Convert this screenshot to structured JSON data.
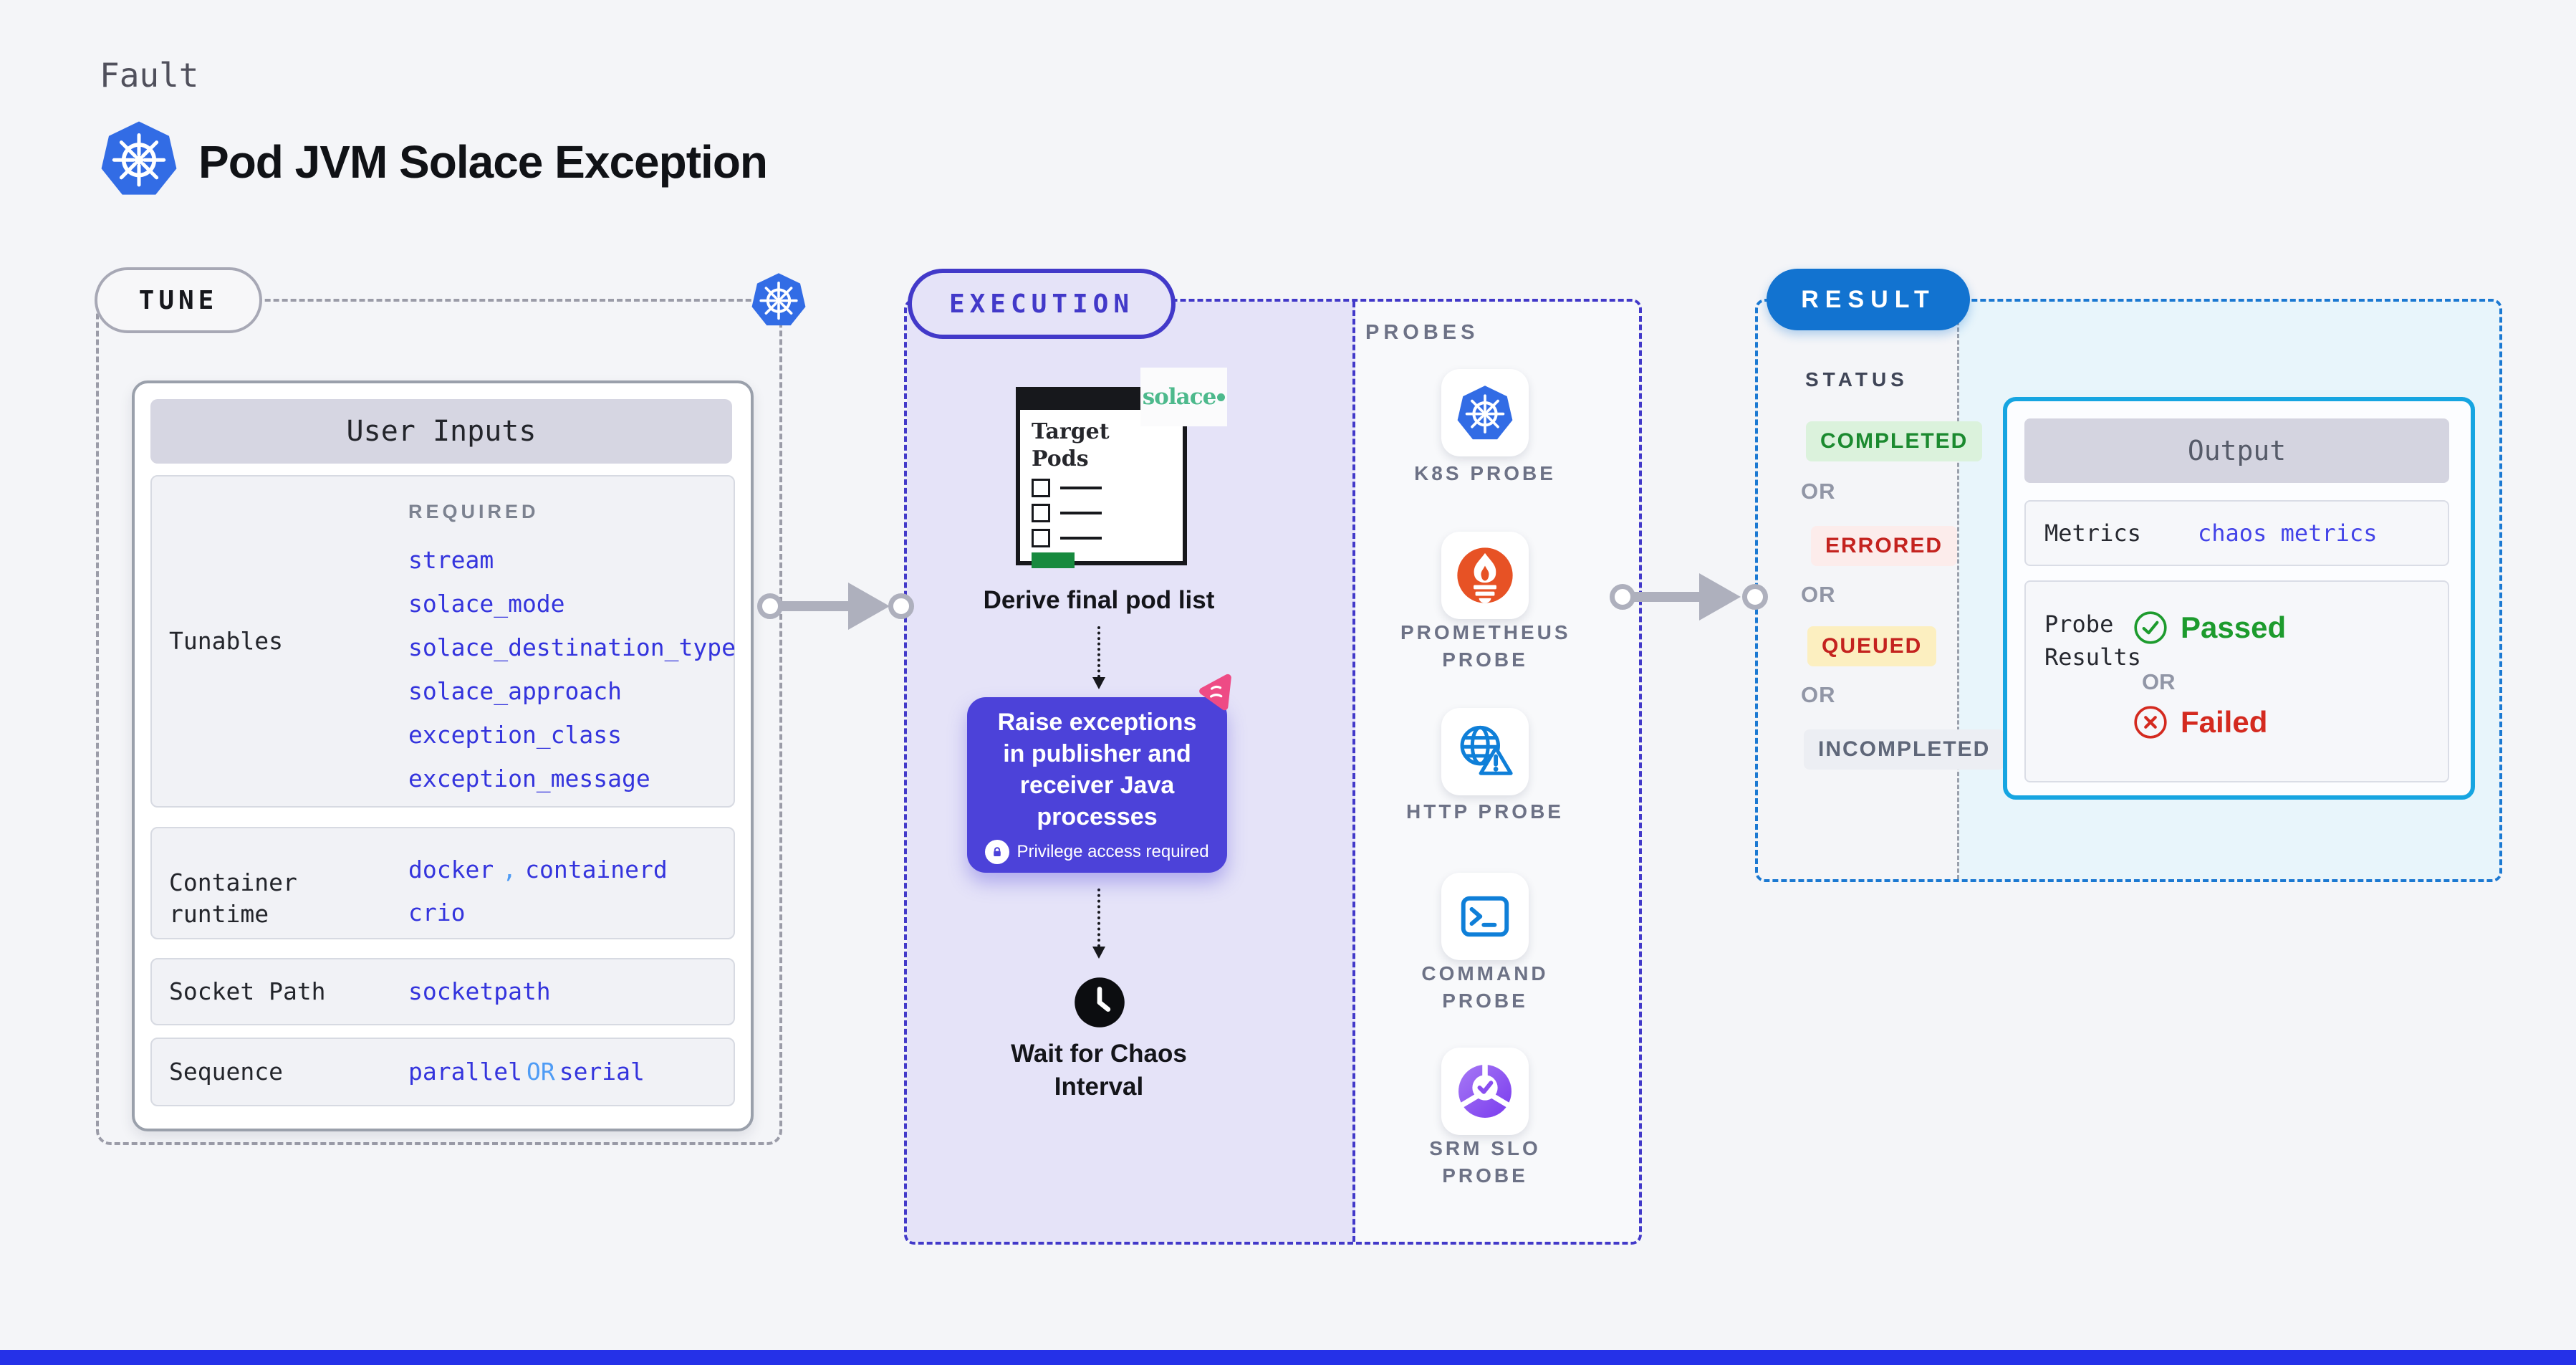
{
  "colors": {
    "kubernetes_blue": "#326ce5",
    "execution_indigo": "#4239c9",
    "chaos_box_purple": "#4c42d9",
    "result_blue": "#1273d0",
    "output_border_cyan": "#16a5e1",
    "tunable_value_blue": "#3434dd",
    "or_light_blue": "#4f9cf5",
    "passed_green": "#1d9b2d",
    "failed_red": "#d42a1f",
    "prometheus_orange": "#e75225",
    "probe_icon_blue": "#0f7fd8",
    "srm_slo_purple": "#8a4ef0",
    "solace_green": "#4db98c",
    "chaos_pink": "#ee4b85",
    "footer_blue": "#2531e8"
  },
  "header": {
    "kicker": "Fault",
    "title": "Pod JVM Solace Exception"
  },
  "tune": {
    "badge": "TUNE",
    "user_inputs": {
      "header": "User Inputs",
      "tunables": {
        "label": "Tunables",
        "required_label": "REQUIRED",
        "items": [
          "stream",
          "solace_mode",
          "solace_destination_type",
          "solace_approach",
          "exception_class",
          "exception_message"
        ]
      },
      "container_runtime": {
        "label_line1": "Container",
        "label_line2": "runtime",
        "value1": "docker",
        "separator": ",",
        "value2": "containerd",
        "value3": "crio"
      },
      "socket_path": {
        "label": "Socket Path",
        "value": "socketpath"
      },
      "sequence": {
        "label": "Sequence",
        "value1": "parallel",
        "or": "OR",
        "value2": "serial"
      }
    }
  },
  "execution": {
    "badge": "EXECUTION",
    "target_pods": {
      "line1": "Target",
      "line2": "Pods"
    },
    "solace_logo": "solace",
    "derive_label": "Derive final pod list",
    "chaos_box": {
      "text": "Raise exceptions in publisher and receiver Java processes",
      "privilege": "Privilege access required"
    },
    "wait": {
      "line1": "Wait for Chaos",
      "line2": "Interval"
    }
  },
  "probes": {
    "header": "PROBES",
    "items": [
      {
        "label": "K8S PROBE",
        "icon": "kubernetes-icon"
      },
      {
        "label": "PROMETHEUS PROBE",
        "icon": "prometheus-icon"
      },
      {
        "label": "HTTP PROBE",
        "icon": "globe-warning-icon"
      },
      {
        "label": "COMMAND PROBE",
        "icon": "terminal-icon"
      },
      {
        "label": "SRM SLO PROBE",
        "icon": "slo-check-icon"
      }
    ]
  },
  "result": {
    "badge": "RESULT",
    "status": {
      "label": "STATUS",
      "or": "OR",
      "badges": [
        {
          "text": "COMPLETED",
          "fg": "#1b8a2f",
          "bg": "#dbf2dc"
        },
        {
          "text": "ERRORED",
          "fg": "#c4231f",
          "bg": "#fceceb"
        },
        {
          "text": "QUEUED",
          "fg": "#c4231f",
          "bg": "#fcefc0"
        },
        {
          "text": "INCOMPLETED",
          "fg": "#5f6779",
          "bg": "#eceef3"
        }
      ]
    },
    "output": {
      "header": "Output",
      "metrics": {
        "label": "Metrics",
        "value": "chaos metrics"
      },
      "probe_results": {
        "label_line1": "Probe",
        "label_line2": "Results",
        "passed": "Passed",
        "or": "OR",
        "failed": "Failed"
      }
    }
  }
}
